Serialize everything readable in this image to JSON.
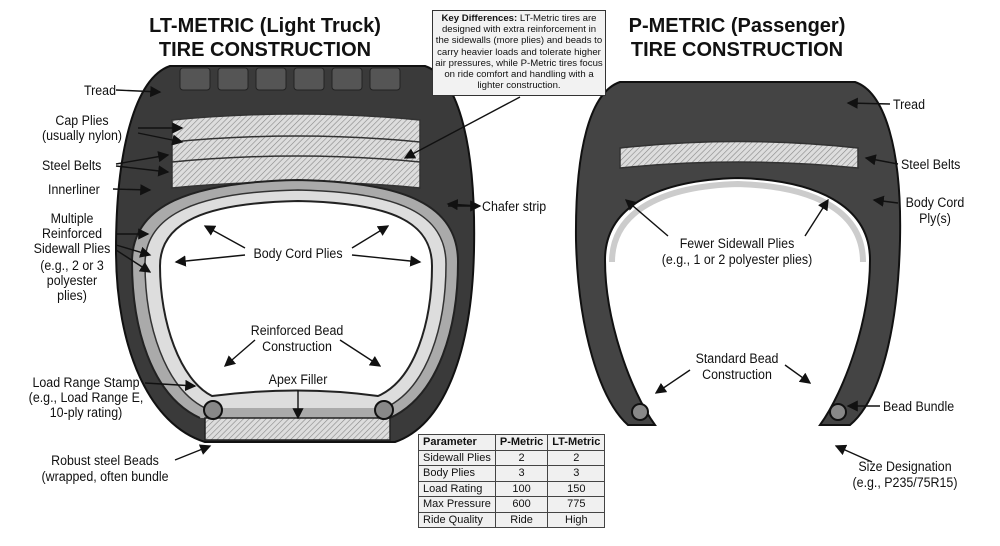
{
  "lt": {
    "title1": "LT-METRIC (Light Truck)",
    "title2": "TIRE CONSTRUCTION",
    "labels": {
      "tread": "Tread",
      "cap1": "Cap Plies",
      "cap2": "(usually nylon)",
      "steel": "Steel Belts",
      "inner": "Innerliner",
      "side1": "Multiple",
      "side2": "Reinforced",
      "side3": "Sidewall Plies",
      "side4": "(e.g., 2 or 3",
      "side5": "polyester",
      "side6": "plies)",
      "body": "Body Cord Plies",
      "chafer": "Chafer strip",
      "bead1": "Reinforced Bead",
      "bead2": "Construction",
      "apex": "Apex Filler",
      "load1": "Load Range Stamp",
      "load2": "(e.g., Load Range E,",
      "load3": "10-ply rating)",
      "robust1": "Robust steel Beads",
      "robust2": "(wrapped, often bundle"
    }
  },
  "p": {
    "title1": "P-METRIC (Passenger)",
    "title2": "TIRE CONSTRUCTION",
    "labels": {
      "tread": "Tread",
      "steel": "Steel Belts",
      "body1": "Body Cord",
      "body2": "Ply(s)",
      "fewer1": "Fewer Sidewall Plies",
      "fewer2": "(e.g., 1 or 2 polyester plies)",
      "bead1": "Standard Bead",
      "bead2": "Construction",
      "bundle": "Bead Bundle",
      "size1": "Size Designation",
      "size2": "(e.g., P235/75R15)"
    }
  },
  "key": {
    "heading": "Key Differences:",
    "text": " LT-Metric tires are designed with extra reinforcement in the sidewalls (more plies) and beads to carry heavier loads and tolerate higher air pressures, while P-Metric tires focus on ride comfort and handling with a lighter construction."
  },
  "table": {
    "headers": [
      "Parameter",
      "P-Metric",
      "LT-Metric"
    ],
    "rows": [
      [
        "Sidewall Plies",
        "2",
        "2"
      ],
      [
        "Body Plies",
        "3",
        "3"
      ],
      [
        "Load Rating",
        "100",
        "150"
      ],
      [
        "Max Pressure",
        "600",
        "775"
      ],
      [
        "Ride Quality",
        "Ride",
        "High"
      ]
    ]
  }
}
